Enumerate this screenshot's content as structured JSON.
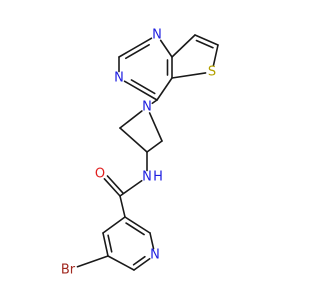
{
  "colors": {
    "bond": "#1a1a1a",
    "N": "#1f1fe0",
    "O": "#e01f1f",
    "S": "#b3a000",
    "Br": "#a0281f",
    "H": "#1f1fe0"
  },
  "atoms": [
    {
      "id": "N1",
      "label": "N",
      "element": "N"
    },
    {
      "id": "N3",
      "label": "N",
      "element": "N"
    },
    {
      "id": "S",
      "label": "S",
      "element": "S"
    },
    {
      "id": "Naz",
      "label": "N",
      "element": "N"
    },
    {
      "id": "NH",
      "label": "N",
      "element": "N",
      "hydrogen": "H"
    },
    {
      "id": "O",
      "label": "O",
      "element": "O"
    },
    {
      "id": "Npy",
      "label": "N",
      "element": "N"
    },
    {
      "id": "Br",
      "label": "Br",
      "element": "Br"
    }
  ]
}
